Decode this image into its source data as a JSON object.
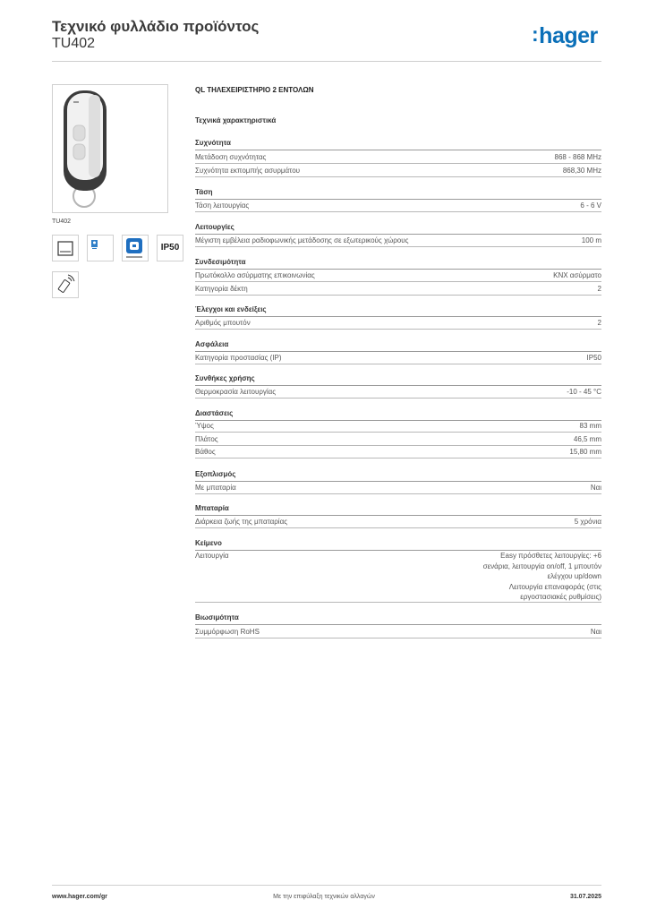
{
  "header": {
    "title": "Τεχνικό φυλλάδιο προϊόντος",
    "code": "TU402"
  },
  "brand": {
    "name": "hager",
    "color": "#0a6fb8"
  },
  "product": {
    "name": "QL ΤΗΛΕΧΕΙΡΙΣΤΗΡΙΟ 2 ΕΝΤΟΛΩΝ",
    "image_caption": "TU402",
    "ip_badge": "IP50",
    "icons": [
      "device-icon",
      "recycling-info-icon",
      "quicklink-icon",
      "ip50-badge",
      "remote-operation-icon"
    ]
  },
  "section_title": "Τεχνικά χαρακτηριστικά",
  "groups": [
    {
      "title": "Συχνότητα",
      "rows": [
        {
          "label": "Μετάδοση συχνότητας",
          "value": "868 - 868 MHz"
        },
        {
          "label": "Συχνότητα εκπομπής ασυρμάτου",
          "value": "868,30 MHz"
        }
      ]
    },
    {
      "title": "Τάση",
      "rows": [
        {
          "label": "Τάση λειτουργίας",
          "value": "6 - 6 V"
        }
      ]
    },
    {
      "title": "Λειτουργίες",
      "rows": [
        {
          "label": "Μέγιστη εμβέλεια ραδιοφωνικής μετάδοσης σε εξωτερικούς χώρους",
          "value": "100 m"
        }
      ]
    },
    {
      "title": "Συνδεσιμότητα",
      "rows": [
        {
          "label": "Πρωτόκολλο ασύρματης επικοινωνίας",
          "value": "KNX ασύρματο"
        },
        {
          "label": "Κατηγορία δέκτη",
          "value": "2"
        }
      ]
    },
    {
      "title": "Έλεγχοι και ενδείξεις",
      "rows": [
        {
          "label": "Αριθμός μπουτόν",
          "value": "2"
        }
      ]
    },
    {
      "title": "Ασφάλεια",
      "rows": [
        {
          "label": "Κατηγορία προστασίας (IP)",
          "value": "IP50"
        }
      ]
    },
    {
      "title": "Συνθήκες χρήσης",
      "rows": [
        {
          "label": "Θερμοκρασία λειτουργίας",
          "value": "-10 - 45 °C"
        }
      ]
    },
    {
      "title": "Διαστάσεις",
      "rows": [
        {
          "label": "Ύψος",
          "value": "83 mm"
        },
        {
          "label": "Πλάτος",
          "value": "46,5 mm"
        },
        {
          "label": "Βάθος",
          "value": "15,80 mm"
        }
      ]
    },
    {
      "title": "Εξοπλισμός",
      "rows": [
        {
          "label": "Με μπαταρία",
          "value": "Ναι"
        }
      ]
    },
    {
      "title": "Μπαταρία",
      "rows": [
        {
          "label": "Διάρκεια ζωής της μπαταρίας",
          "value": "5 χρόνια"
        }
      ]
    },
    {
      "title": "Κείμενο",
      "rows": [
        {
          "label": "Λειτουργία",
          "value_lines": [
            "Easy πρόσθετες λειτουργίες: +6",
            "σενάρια, λειτουργία on/off, 1 μπουτόν",
            "ελέγχου up/down",
            "Λειτουργία επαναφοράς (στις",
            "εργοστασιακές ρυθμίσεις)"
          ]
        }
      ]
    },
    {
      "title": "Βιωσιμότητα",
      "rows": [
        {
          "label": "Συμμόρφωση RoHS",
          "value": "Ναι"
        }
      ]
    }
  ],
  "footer": {
    "url": "www.hager.com/gr",
    "note": "Με την επιφύλαξη τεχνικών αλλαγών",
    "date": "31.07.2025"
  }
}
